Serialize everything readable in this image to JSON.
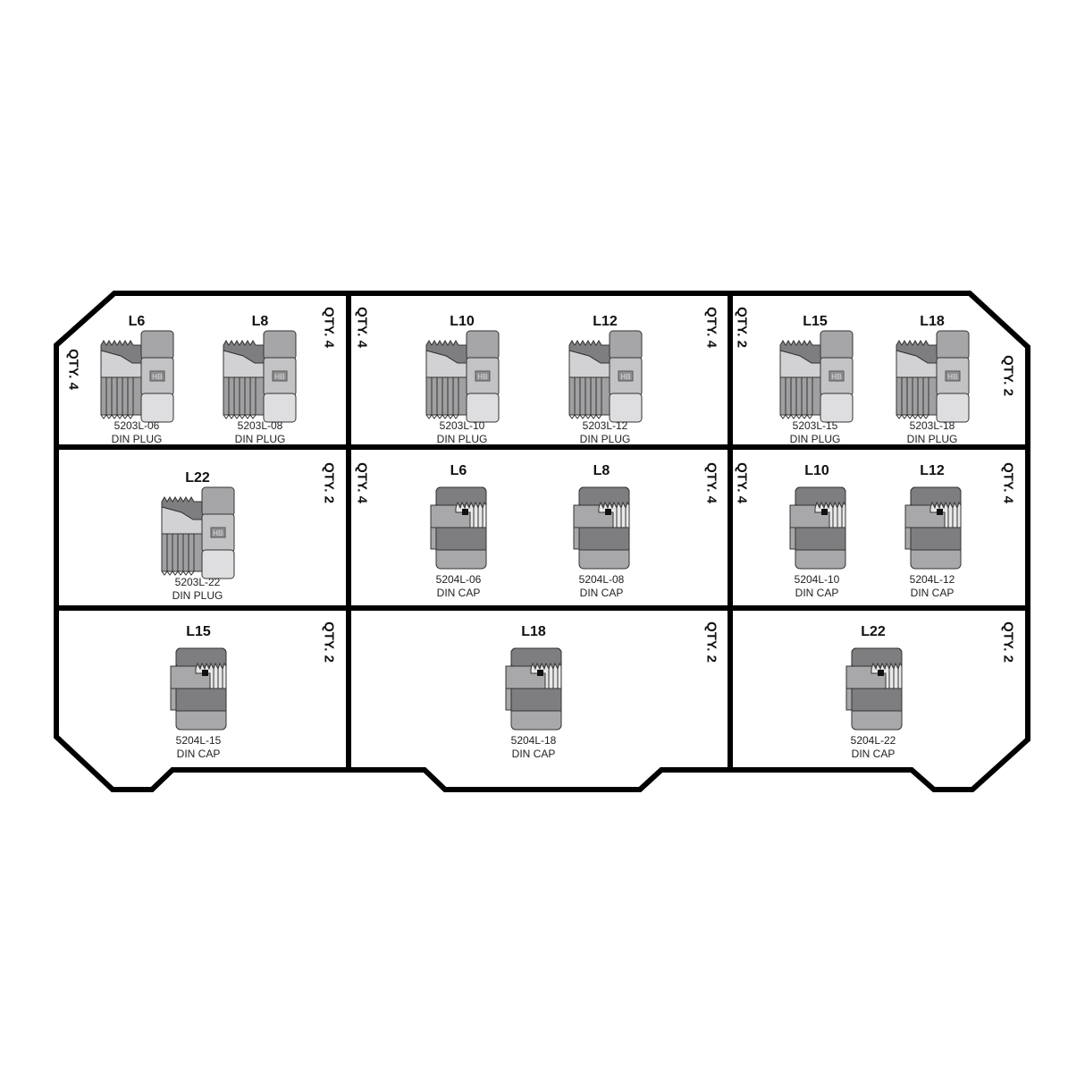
{
  "tray": {
    "outline_color": "#000000",
    "background": "#ffffff",
    "compartments": [
      {
        "id": "r1c1",
        "qty_labels": [
          {
            "text": "QTY. 4",
            "side": "left"
          },
          {
            "text": "QTY. 4",
            "side": "right"
          }
        ],
        "items": [
          {
            "size": "L6",
            "part_number": "5203L-06",
            "description": "DIN PLUG",
            "type": "plug"
          },
          {
            "size": "L8",
            "part_number": "5203L-08",
            "description": "DIN PLUG",
            "type": "plug"
          }
        ]
      },
      {
        "id": "r1c2",
        "qty_labels": [
          {
            "text": "QTY. 4",
            "side": "left"
          },
          {
            "text": "QTY. 4",
            "side": "right"
          }
        ],
        "items": [
          {
            "size": "L10",
            "part_number": "5203L-10",
            "description": "DIN PLUG",
            "type": "plug"
          },
          {
            "size": "L12",
            "part_number": "5203L-12",
            "description": "DIN PLUG",
            "type": "plug"
          }
        ]
      },
      {
        "id": "r1c3",
        "qty_labels": [
          {
            "text": "QTY. 2",
            "side": "left"
          },
          {
            "text": "QTY. 2",
            "side": "right"
          }
        ],
        "items": [
          {
            "size": "L15",
            "part_number": "5203L-15",
            "description": "DIN PLUG",
            "type": "plug"
          },
          {
            "size": "L18",
            "part_number": "5203L-18",
            "description": "DIN PLUG",
            "type": "plug"
          }
        ]
      },
      {
        "id": "r2c1",
        "qty_labels": [
          {
            "text": "QTY. 2",
            "side": "right"
          }
        ],
        "items": [
          {
            "size": "L22",
            "part_number": "5203L-22",
            "description": "DIN PLUG",
            "type": "plug"
          }
        ]
      },
      {
        "id": "r2c2",
        "qty_labels": [
          {
            "text": "QTY. 4",
            "side": "left"
          },
          {
            "text": "QTY. 4",
            "side": "right"
          }
        ],
        "items": [
          {
            "size": "L6",
            "part_number": "5204L-06",
            "description": "DIN CAP",
            "type": "cap"
          },
          {
            "size": "L8",
            "part_number": "5204L-08",
            "description": "DIN CAP",
            "type": "cap"
          }
        ]
      },
      {
        "id": "r2c3",
        "qty_labels": [
          {
            "text": "QTY. 4",
            "side": "left"
          },
          {
            "text": "QTY. 4",
            "side": "right"
          }
        ],
        "items": [
          {
            "size": "L10",
            "part_number": "5204L-10",
            "description": "DIN CAP",
            "type": "cap"
          },
          {
            "size": "L12",
            "part_number": "5204L-12",
            "description": "DIN CAP",
            "type": "cap"
          }
        ]
      },
      {
        "id": "r3c1",
        "qty_labels": [
          {
            "text": "QTY. 2",
            "side": "right"
          }
        ],
        "items": [
          {
            "size": "L15",
            "part_number": "5204L-15",
            "description": "DIN CAP",
            "type": "cap"
          }
        ]
      },
      {
        "id": "r3c2",
        "qty_labels": [
          {
            "text": "QTY. 2",
            "side": "right"
          }
        ],
        "items": [
          {
            "size": "L18",
            "part_number": "5204L-18",
            "description": "DIN CAP",
            "type": "cap"
          }
        ]
      },
      {
        "id": "r3c3",
        "qty_labels": [
          {
            "text": "QTY. 2",
            "side": "right"
          }
        ],
        "items": [
          {
            "size": "L22",
            "part_number": "5204L-22",
            "description": "DIN CAP",
            "type": "cap"
          }
        ]
      }
    ]
  },
  "icons": {
    "plug": "din-plug-fitting-icon",
    "cap": "din-cap-fitting-icon",
    "logo_text": "HB"
  },
  "colors": {
    "dark_gray": "#7e7e80",
    "mid_gray": "#a6a6a8",
    "light_gray": "#c3c3c5",
    "pale_gray": "#dedee0",
    "thread_gray": "#a0a0a2",
    "band_gray": "#d2d2d4"
  }
}
